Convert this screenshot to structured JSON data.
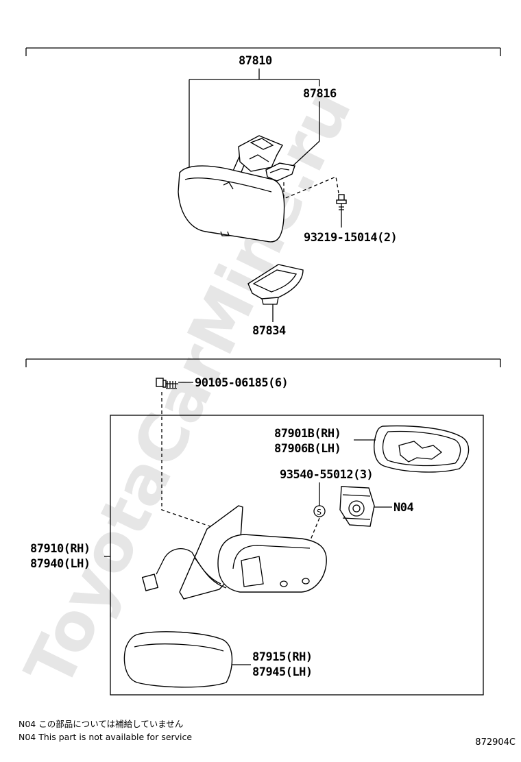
{
  "watermark": "ToyotaCarMine.ru",
  "section1": {
    "labels": {
      "assembly": "87810",
      "bracket": "87816",
      "screw": "93219-15014(2)",
      "cover": "87834"
    }
  },
  "section2": {
    "labels": {
      "bolt": "90105-06185(6)",
      "mirror_rh": "87901B(RH)",
      "mirror_lh": "87906B(LH)",
      "screw": "93540-55012(3)",
      "motor": "N04",
      "outer_rh": "87910(RH)",
      "outer_lh": "87940(LH)",
      "cover_rh": "87915(RH)",
      "cover_lh": "87945(LH)"
    }
  },
  "notes": {
    "jp": "N04 この部品については補給していません",
    "en": "N04 This part is not available for service"
  },
  "diagram_code": "872904C"
}
